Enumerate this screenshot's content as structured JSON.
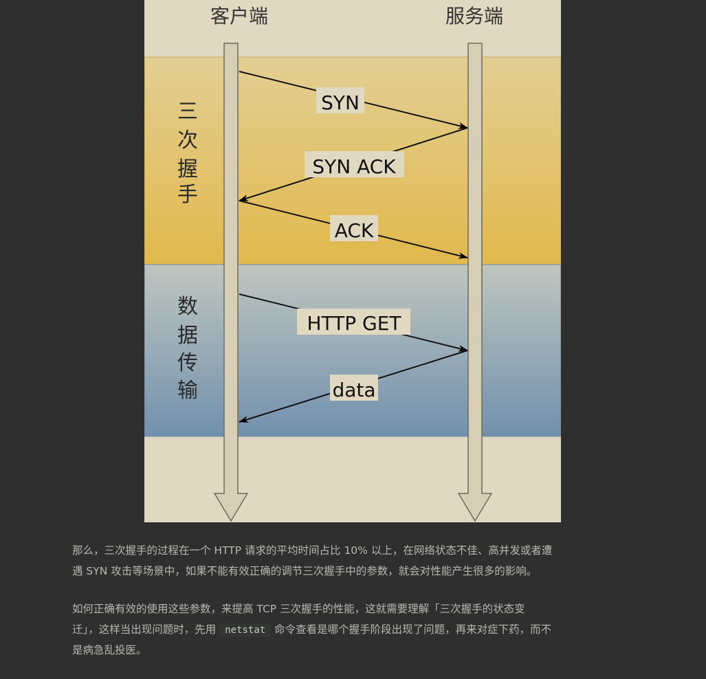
{
  "diagram": {
    "client_label": "客户端",
    "server_label": "服务端",
    "phase1_label": [
      "三",
      "次",
      "握",
      "手"
    ],
    "phase2_label": [
      "数",
      "据",
      "传",
      "输"
    ],
    "messages": [
      "SYN",
      "SYN ACK",
      "ACK",
      "HTTP GET",
      "data"
    ],
    "colors": {
      "background": "#e0d8c0",
      "handshake_band": "#e0b84c",
      "transfer_band": "#7390ab",
      "lifeline": "#d6cfb6"
    }
  },
  "article": {
    "p1": [
      "那么，三次握手的过程在一个 HTTP 请求的平均时间占比 10% 以上，在网络状态不佳、高并发或者遭",
      "遇 SYN 攻击等场景中，如果不能有效正确的调节三次握手中的参数，就会对性能产生很多的影响。"
    ],
    "p2_line1": "如何正确有效的使用这些参数，来提高 TCP 三次握手的性能，这就需要理解「三次握手的状态变",
    "p2_line2_before": "迁」，这样当出现问题时，先用",
    "p2_code": "netstat",
    "p2_line2_after": "命令查看是哪个握手阶段出现了问题，再来对症下药，而不",
    "p2_line3": "是病急乱投医。"
  }
}
